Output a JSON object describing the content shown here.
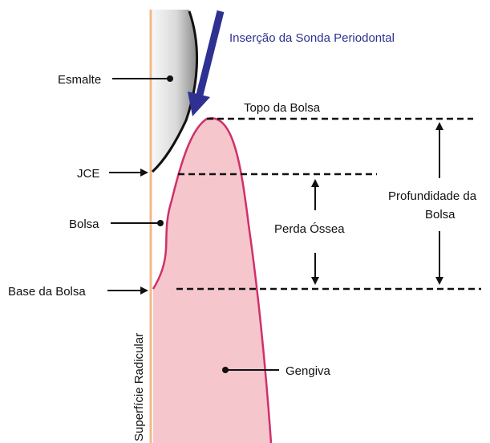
{
  "labels": {
    "probe": "Inserção da Sonda Periodontal",
    "esmalte": "Esmalte",
    "jce": "JCE",
    "bolsa": "Bolsa",
    "base": "Base da Bolsa",
    "topo": "Topo da Bolsa",
    "perda": "Perda Óssea",
    "profundidade_1": "Profundidade da",
    "profundidade_2": "Bolsa",
    "gengiva": "Gengiva",
    "superficie": "Superfície Radicular"
  },
  "colors": {
    "gingiva_fill": "#f5c6cc",
    "gingiva_edge": "#d0306a",
    "root_line": "#f0b98a",
    "probe_arrow": "#2e3192",
    "enamel_edge": "#111111"
  }
}
